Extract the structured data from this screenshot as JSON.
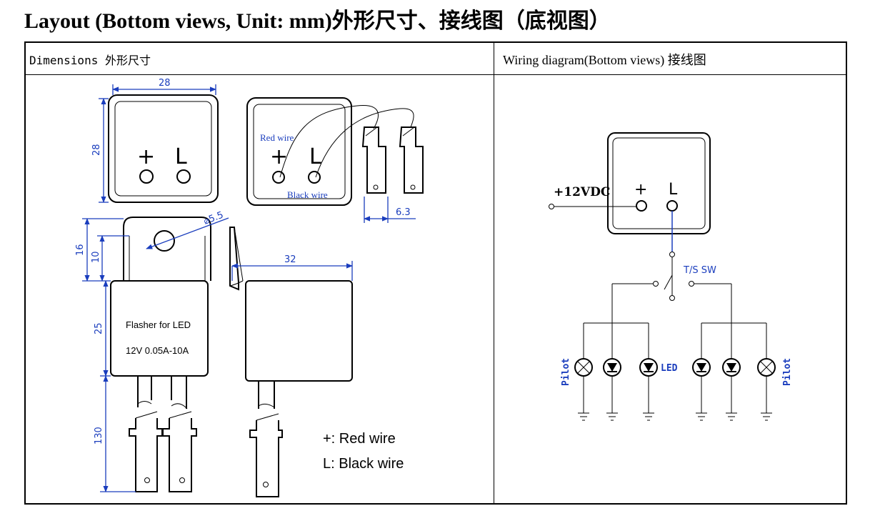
{
  "page_title": "Layout    (Bottom views, Unit: mm)外形尺寸、接线图（底视图）",
  "table": {
    "left_header": "Dimensions 外形尺寸",
    "right_header": "Wiring diagram(Bottom views) 接线图"
  },
  "dimensions": {
    "width_top": "28",
    "height_side": "28",
    "hole_dia": "⌀5.5",
    "tab_h16": "16",
    "tab_h10": "10",
    "body_h25": "25",
    "lead_h130": "130",
    "side_width": "32",
    "terminal_width": "6.3",
    "plus_symbol": "+",
    "l_symbol": "L",
    "red_wire_label": "Red wire",
    "black_wire_label": "Black wire",
    "body_text_line1": "Flasher for LED",
    "body_text_line2": "12V 0.05A-10A",
    "legend_red": "+: Red wire",
    "legend_black": "L: Black wire"
  },
  "wiring": {
    "supply_label": "+12VDC",
    "plus_symbol": "+",
    "l_symbol": "L",
    "switch_label": "T/S SW",
    "led_label": "LED",
    "pilot_left": "Pilot",
    "pilot_right": "Pilot"
  },
  "colors": {
    "dimension_blue": "#1a3dbd",
    "line": "#000000"
  }
}
